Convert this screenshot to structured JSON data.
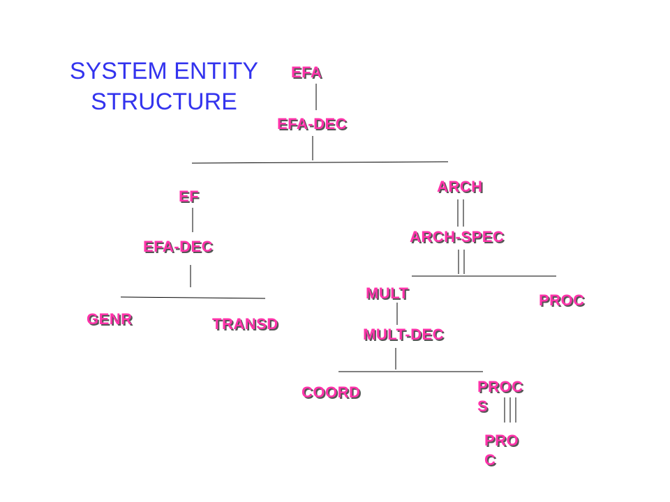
{
  "title": {
    "line1": "SYSTEM ENTITY",
    "line2": "STRUCTURE"
  },
  "colors": {
    "title": "#3333ee",
    "node": "#ff33aa",
    "node_shadow": "#555555",
    "line": "#000000"
  },
  "nodes": {
    "efa_root": "EFA",
    "efa_dec_root": "EFA-DEC",
    "ef": "EF",
    "efa_dec_ef": "EFA-DEC",
    "genr": "GENR",
    "transd": "TRANSD",
    "arch": "ARCH",
    "arch_spec": "ARCH-SPEC",
    "mult": "MULT",
    "proc_top": "PROC",
    "mult_dec": "MULT-DEC",
    "coord": "COORD",
    "procs": "PROC S",
    "proc_bottom": "PRO C"
  }
}
